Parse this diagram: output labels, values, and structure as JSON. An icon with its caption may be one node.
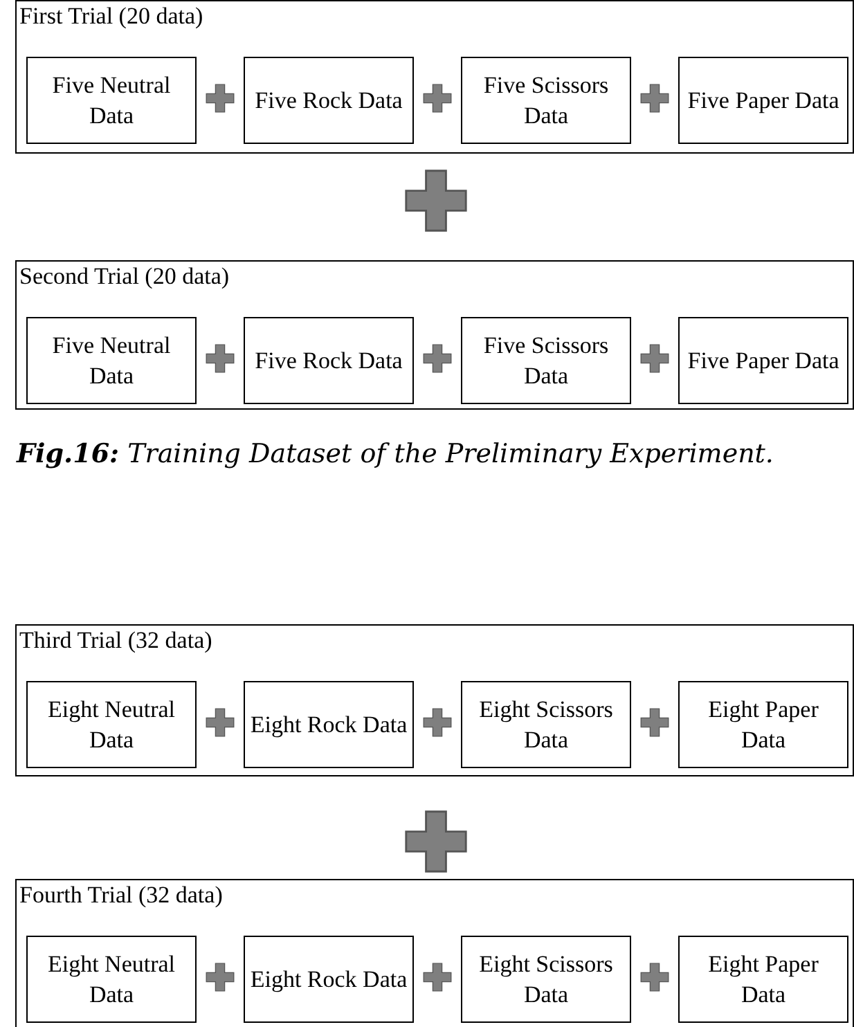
{
  "diagram": {
    "caption": "**Fig.16:** Training Dataset of the Preliminary Experiment.",
    "nodes": [
      {
        "text": [
          "First Trial (20 data)"
        ]
      },
      {
        "text": [
          "Five Neutral Data"
        ],
        "in": 0
      },
      {
        "text": [
          "Five Rock Data"
        ],
        "in": 0
      },
      {
        "text": [
          "Five Scissors Data"
        ],
        "in": 0
      },
      {
        "text": [
          "Five Paper Data"
        ],
        "in": 0
      },
      {
        "text": [
          "Second Trial (20 data)"
        ]
      },
      {
        "text": [
          "Five Neutral Data"
        ],
        "in": 5
      },
      {
        "text": [
          "Five Rock Data"
        ],
        "in": 5
      },
      {
        "text": [
          "Five Scissors Data"
        ],
        "in": 5
      },
      {
        "text": [
          "Five Paper Data"
        ],
        "in": 5
      },
      {
        "text": [
          "Third Trial (32 data)"
        ]
      },
      {
        "text": [
          "Eight Neutral Data"
        ],
        "in": 10
      },
      {
        "text": [
          "Eight Rock Data"
        ],
        "in": 10
      },
      {
        "text": [
          "Eight Scissors Data"
        ],
        "in": 10
      },
      {
        "text": [
          "Eight Paper Data"
        ],
        "in": 10
      },
      {
        "text": [
          "Fourth Trial (32 data)"
        ]
      },
      {
        "text": [
          "Eight Neutral Data"
        ],
        "in": 15
      },
      {
        "text": [
          "Eight Rock Data"
        ],
        "in": 15
      },
      {
        "text": [
          "Eight Scissors Data"
        ],
        "in": 15
      },
      {
        "text": [
          "Eight Paper Data"
        ],
        "in": 15
      }
    ]
  }
}
